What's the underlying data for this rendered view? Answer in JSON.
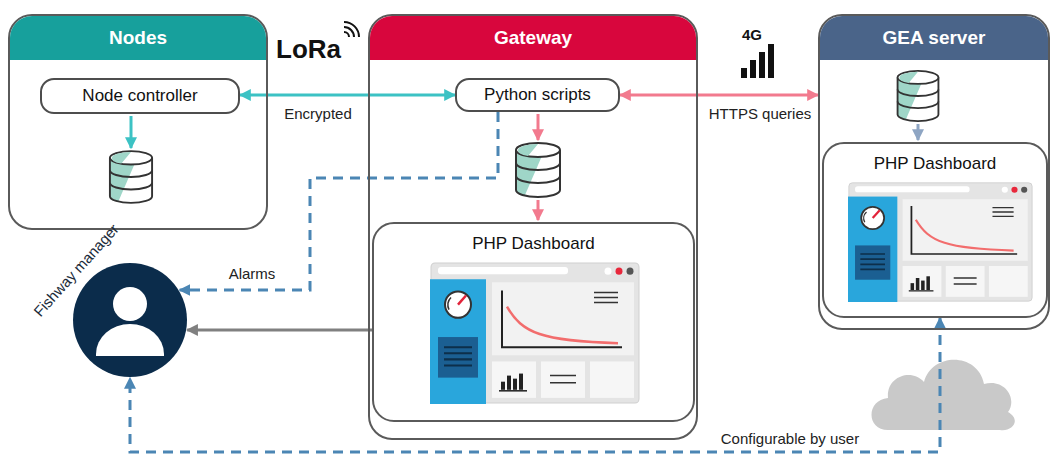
{
  "diagram": {
    "nodes": [
      {
        "text": [
          "Nodes"
        ]
      },
      {
        "text": [
          "Node controller"
        ],
        "in": 0
      },
      {
        "text": [
          "Gateway"
        ]
      },
      {
        "text": [
          "Python scripts"
        ],
        "in": 2
      },
      {
        "text": [
          "PHP Dashboard"
        ],
        "in": 2
      },
      {
        "text": [
          "GEA server"
        ]
      },
      {
        "text": [
          "PHP Dashboard"
        ],
        "in": 5
      },
      {
        "text": [
          "Fishway manager"
        ]
      }
    ],
    "edges": [
      {
        "from": 1,
        "to": 3,
        "arrow": "both",
        "label": "Encrypted"
      },
      {
        "from": 3,
        "to": 5,
        "arrow": "both",
        "label": "HTTPS queries"
      },
      {
        "from": 3,
        "to": 7,
        "arrow": "to",
        "label": "Alarms"
      },
      {
        "from": 4,
        "to": 7,
        "arrow": "to"
      },
      {
        "from": 6,
        "to": 7,
        "arrow": "both",
        "label": "Configurable by user"
      }
    ],
    "labels": [
      "LoRa",
      "4G"
    ]
  }
}
